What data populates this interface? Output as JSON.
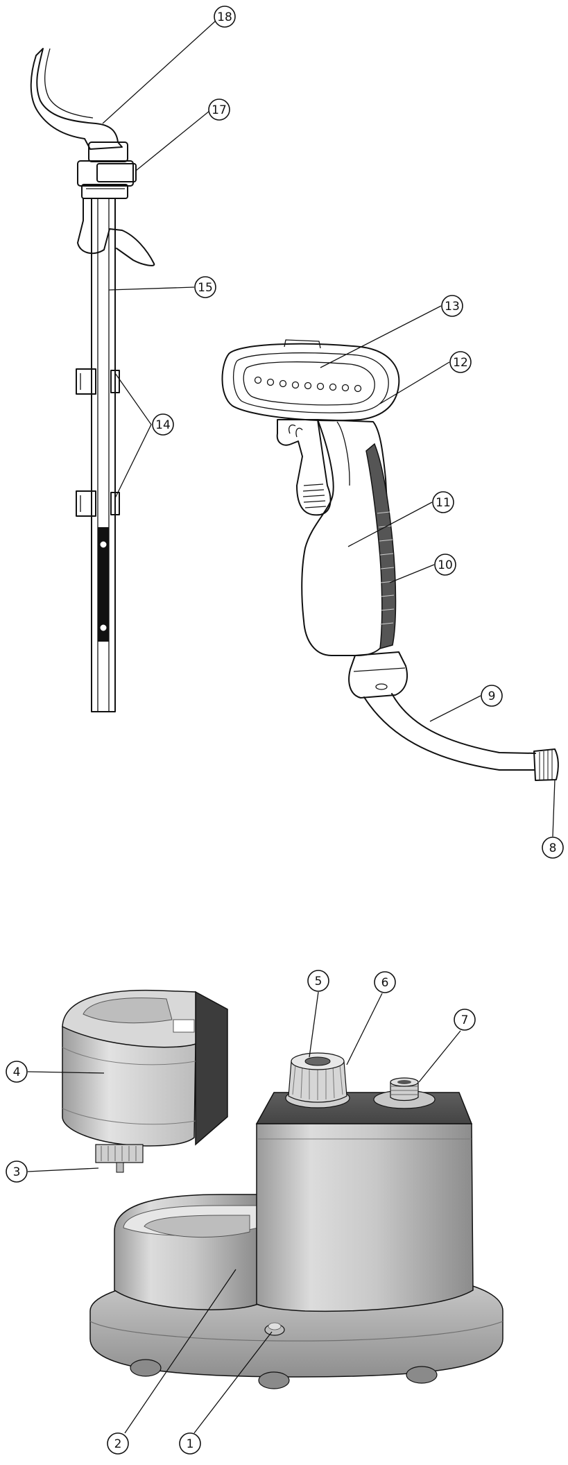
{
  "colors": {
    "ink": "#111111",
    "shade_light": "#e9e9e9",
    "shade_mid": "#bdbdbd",
    "shade_dark": "#5a5a5a",
    "background": "#ffffff"
  },
  "callouts": [
    {
      "id": "18",
      "label": "⑱"
    },
    {
      "id": "17",
      "label": "⑰"
    },
    {
      "id": "15",
      "label": "⑮"
    },
    {
      "id": "14",
      "label": "⑭"
    },
    {
      "id": "13",
      "label": "⑬"
    },
    {
      "id": "12",
      "label": "⑫"
    },
    {
      "id": "11",
      "label": "⑪"
    },
    {
      "id": "10",
      "label": "⑩"
    },
    {
      "id": "9",
      "label": "⑨"
    },
    {
      "id": "8",
      "label": "⑧"
    },
    {
      "id": "5",
      "label": "⑤"
    },
    {
      "id": "6",
      "label": "⑥"
    },
    {
      "id": "7",
      "label": "⑦"
    },
    {
      "id": "4",
      "label": "④"
    },
    {
      "id": "3",
      "label": "③"
    },
    {
      "id": "2",
      "label": "②"
    },
    {
      "id": "1",
      "label": "①"
    }
  ]
}
